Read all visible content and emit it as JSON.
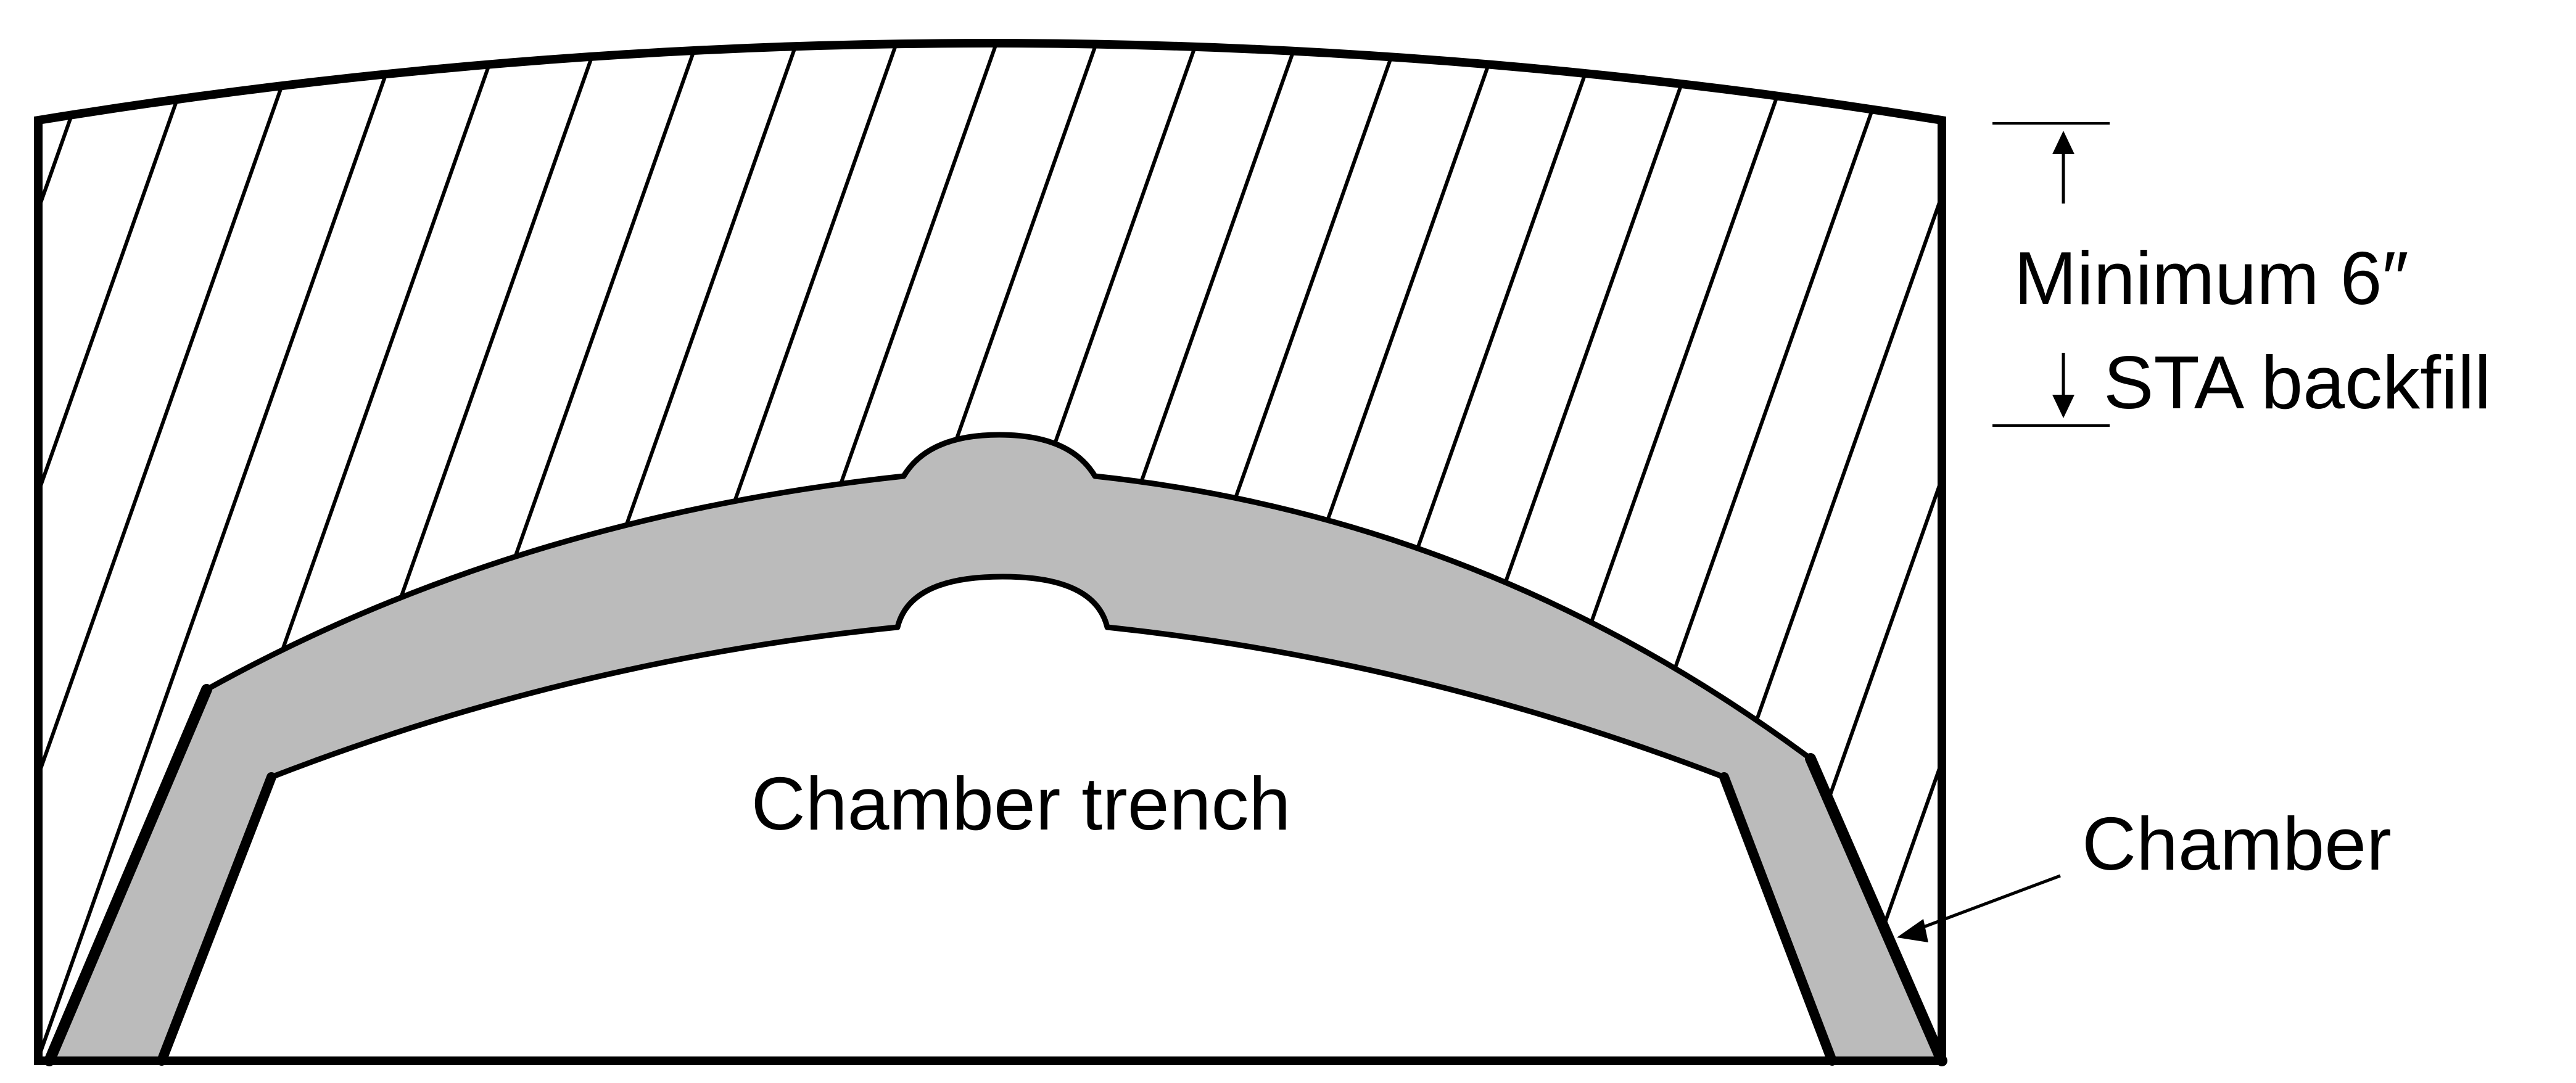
{
  "labels": {
    "trench": "Chamber trench",
    "minimum_line1": "Minimum 6″",
    "minimum_line2": "STA backfill",
    "chamber": "Chamber"
  },
  "colors": {
    "stroke": "#000000",
    "chamber_fill": "#bbbbbb",
    "background": "#ffffff"
  }
}
